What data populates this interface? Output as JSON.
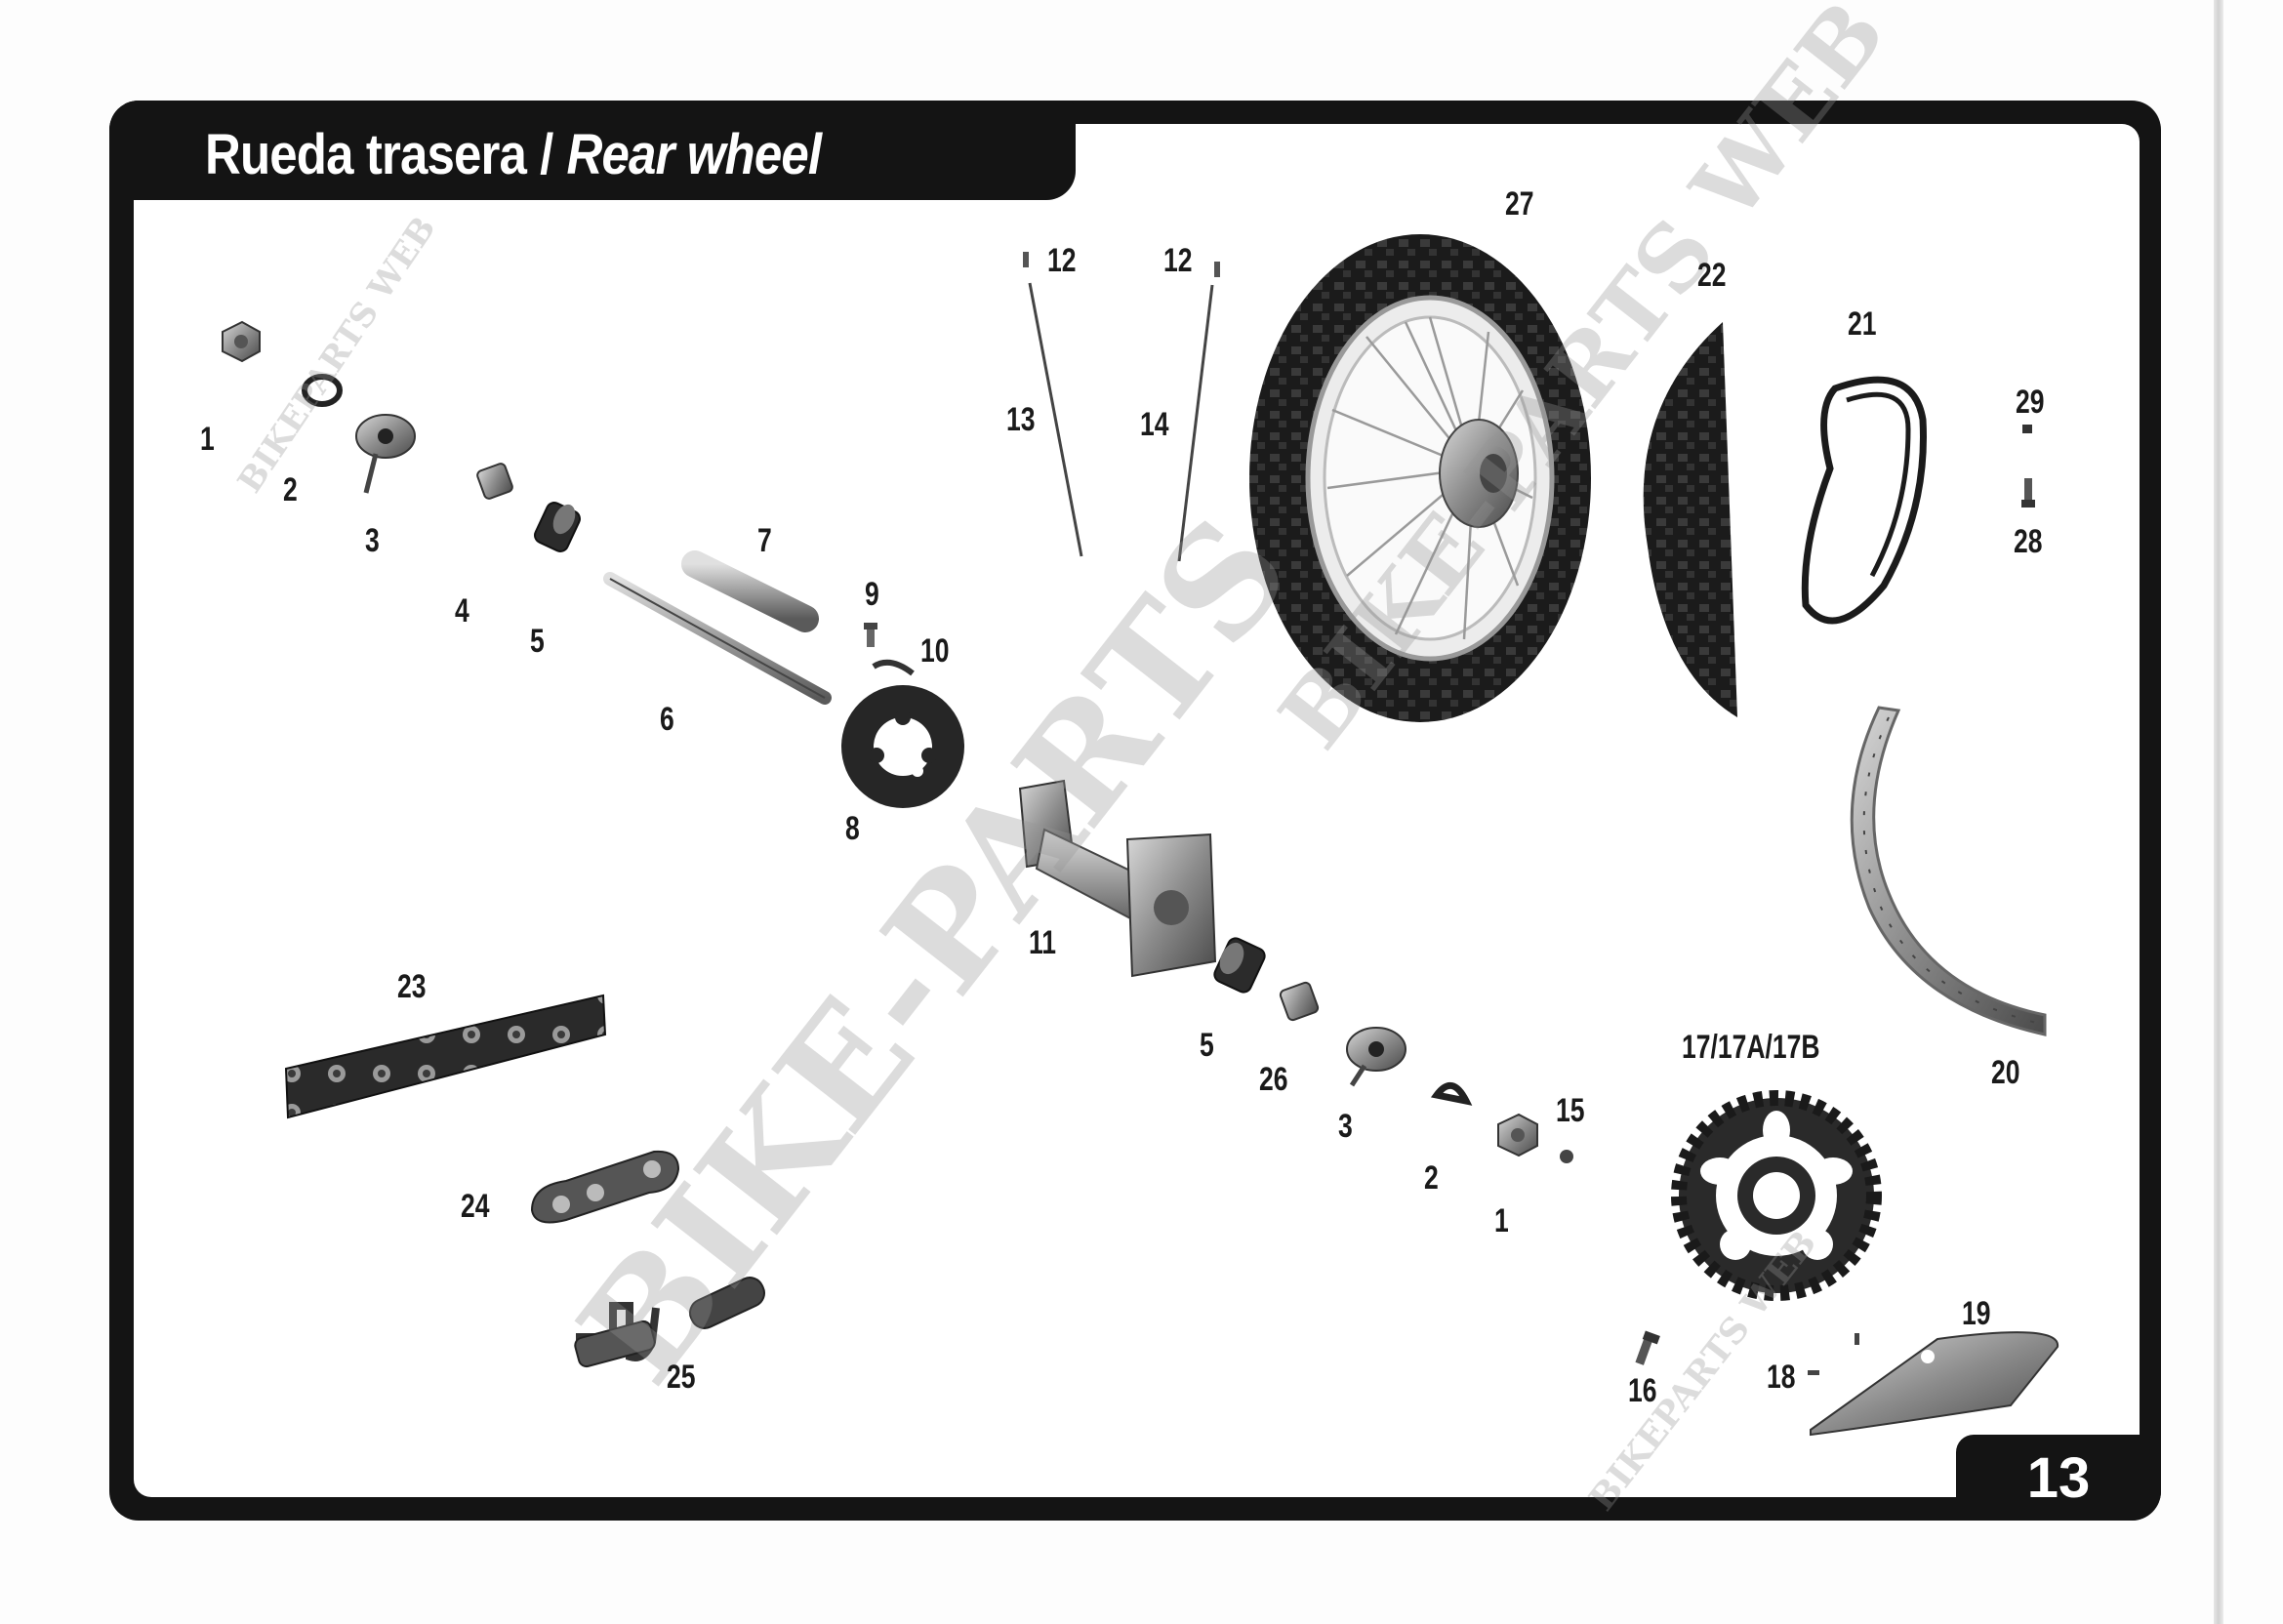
{
  "header": {
    "title_es": "Rueda trasera",
    "separator": "/",
    "title_en": "Rear wheel"
  },
  "page_number": "13",
  "watermarks": [
    "BIKE-PARTS",
    "BIKEPARTS WEB",
    "BIKE-PARTS WEB ©"
  ],
  "parts": {
    "p1a": "1",
    "p2a": "2",
    "p3a": "3",
    "p4": "4",
    "p5a": "5",
    "p6": "6",
    "p7": "7",
    "p8": "8",
    "p9": "9",
    "p10": "10",
    "p11": "11",
    "p12a": "12",
    "p12b": "12",
    "p13": "13",
    "p14": "14",
    "p27": "27",
    "p22": "22",
    "p21": "21",
    "p29": "29",
    "p28": "28",
    "p20": "20",
    "p23": "23",
    "p24": "24",
    "p25": "25",
    "p5b": "5",
    "p26": "26",
    "p3b": "3",
    "p2b": "2",
    "p1b": "1",
    "p15": "15",
    "p16": "16",
    "p17": "17/17A/17B",
    "p18": "18",
    "p19": "19"
  },
  "colors": {
    "frame": "#141414",
    "paper": "#ffffff",
    "part_grey": "#8a8a8a",
    "tire": "#1b1b1b"
  }
}
